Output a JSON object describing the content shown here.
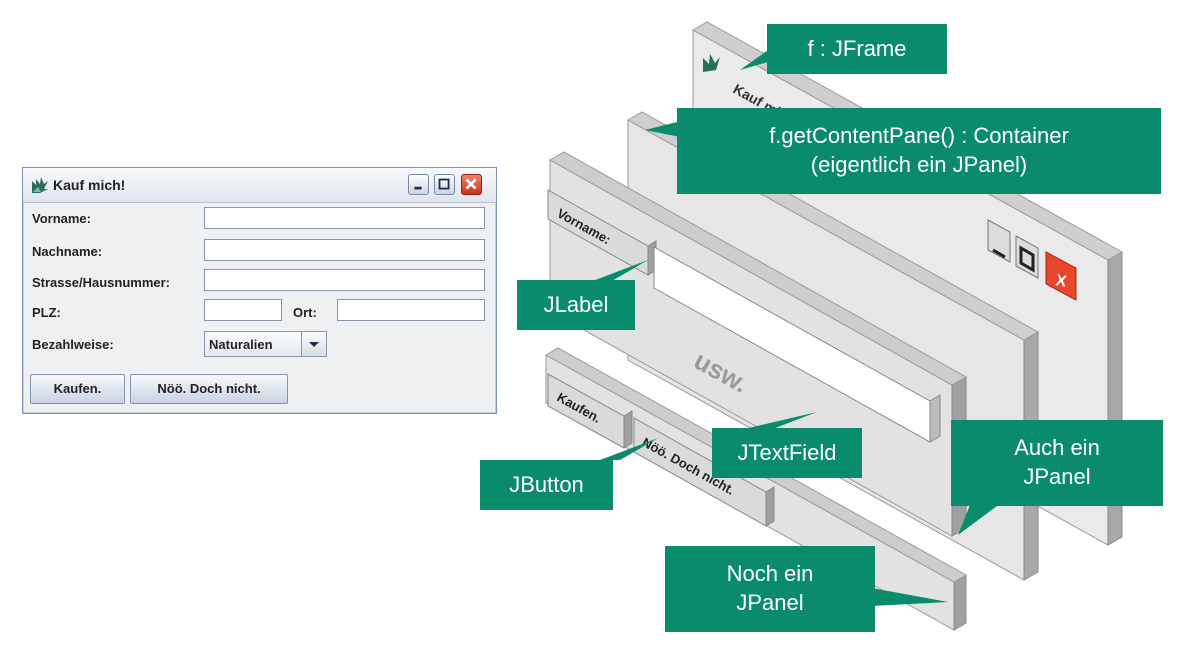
{
  "window": {
    "title": "Kauf mich!",
    "fields": [
      {
        "label": "Vorname:"
      },
      {
        "label": "Nachname:"
      },
      {
        "label": "Strasse/Hausnummer:"
      },
      {
        "label": "PLZ:"
      },
      {
        "label": "Ort:"
      },
      {
        "label": "Bezahlweise:"
      }
    ],
    "combo_value": "Naturalien",
    "buttons": {
      "buy": "Kaufen.",
      "cancel": "Nöö. Doch nicht."
    }
  },
  "diagram": {
    "frame_title": "Kauf mich!",
    "label_text": "Vorname:",
    "usw": "usw.",
    "button1": "Kaufen.",
    "button2": "Nöö. Doch nicht.",
    "close_glyph": "X",
    "callouts": {
      "jframe": "f : JFrame",
      "content_pane_1": "f.getContentPane() : Container",
      "content_pane_2": "(eigentlich ein JPanel)",
      "jlabel": "JLabel",
      "jtextfield": "JTextField",
      "jbutton": "JButton",
      "auch_1": "Auch ein",
      "auch_2": "JPanel",
      "noch_1": "Noch ein",
      "noch_2": "JPanel"
    }
  },
  "colors": {
    "callout": "#0a8b6b",
    "close": "#e8452a"
  }
}
